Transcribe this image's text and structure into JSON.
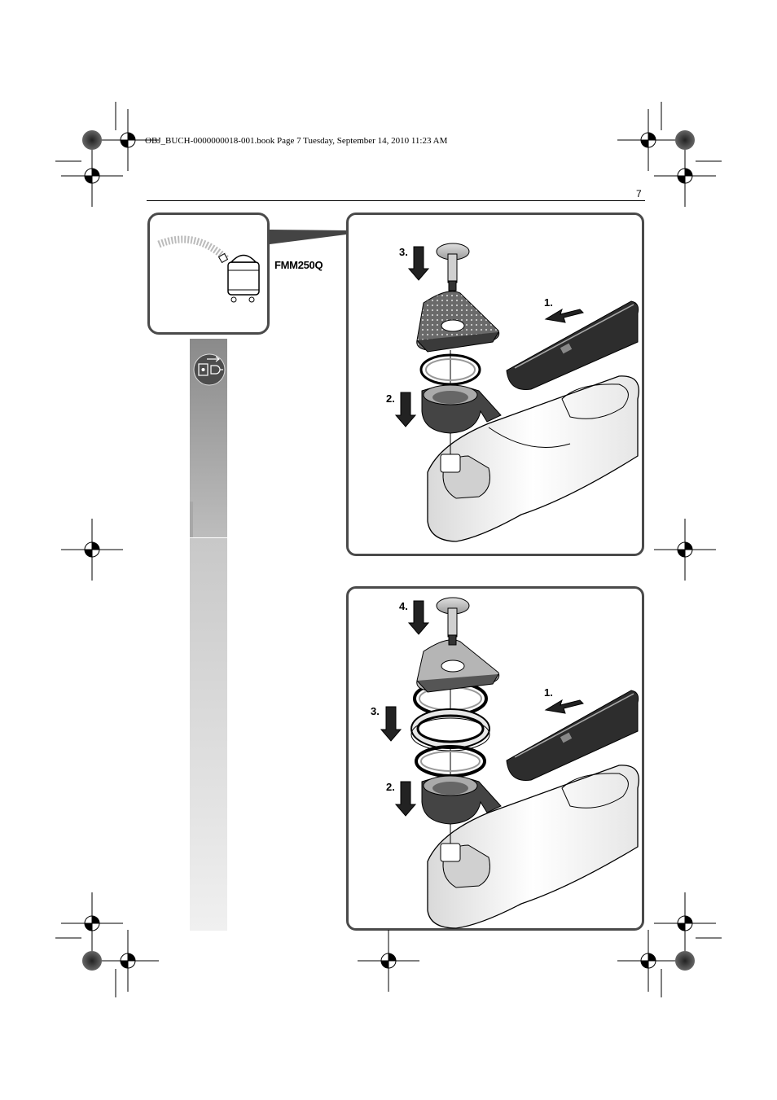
{
  "header": {
    "print_line": "OBJ_BUCH-0000000018-001.book  Page 7  Tuesday, September 14, 2010  11:23 AM",
    "page_number": "7"
  },
  "vacuum_panel": {
    "model_label": "FMM250Q"
  },
  "figure_1": {
    "steps": [
      "1.",
      "2.",
      "3."
    ]
  },
  "figure_2": {
    "steps": [
      "1.",
      "2.",
      "3.",
      "4."
    ]
  },
  "side_tab": {
    "icon": "unplug-icon"
  },
  "colors": {
    "frame": "#4a4a4a",
    "tab_dark": "#8a8a8a",
    "tab_light": "#f0f0f0"
  }
}
